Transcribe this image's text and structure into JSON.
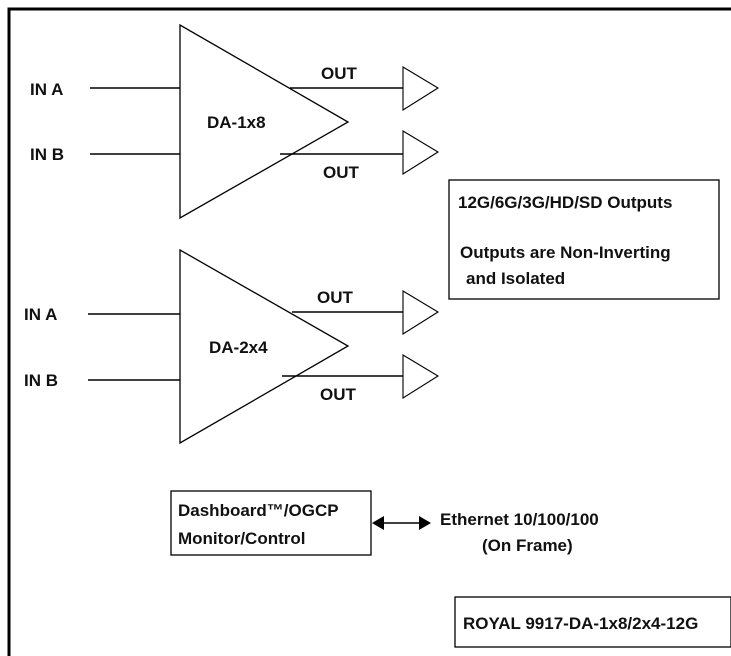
{
  "amplifiers": [
    {
      "name": "DA-1x8",
      "inputs": [
        "IN A",
        "IN B"
      ],
      "outputs": [
        "OUT",
        "OUT"
      ]
    },
    {
      "name": "DA-2x4",
      "inputs": [
        "IN A",
        "IN B"
      ],
      "outputs": [
        "OUT",
        "OUT"
      ]
    }
  ],
  "info_box": {
    "line1": "12G/6G/3G/HD/SD Outputs",
    "line2": "Outputs are Non-Inverting",
    "line3": "and Isolated"
  },
  "control_box": {
    "line1": "Dashboard™/OGCP",
    "line2": "Monitor/Control"
  },
  "ethernet": {
    "line1": "Ethernet 10/100/100",
    "line2": "(On Frame)"
  },
  "model_label": "ROYAL 9917-DA-1x8/2x4-12G"
}
